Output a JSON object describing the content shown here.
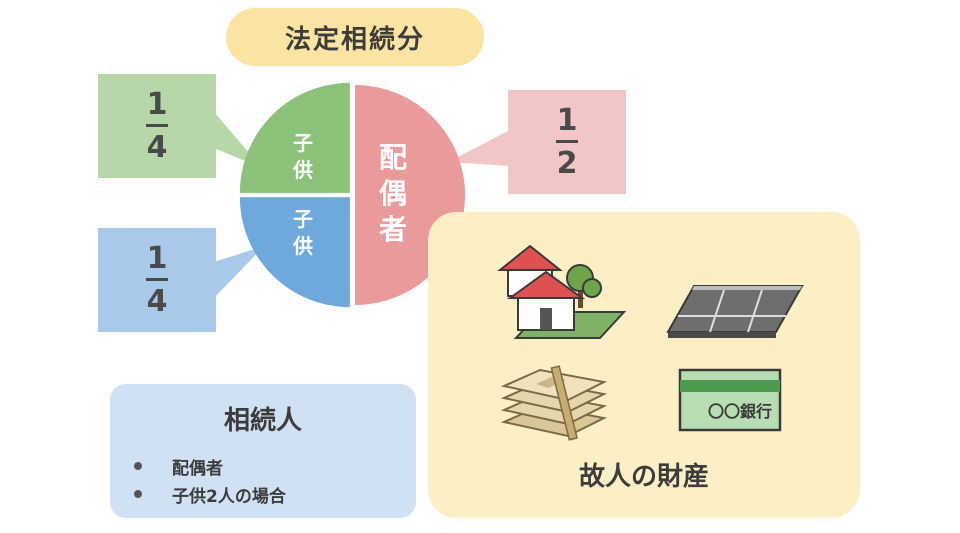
{
  "title": "法定相続分",
  "shares": {
    "child_top": {
      "label": "子供",
      "numerator": "1",
      "denominator": "4",
      "value": 0.25,
      "color": "#8cc17a"
    },
    "child_bottom": {
      "label": "子供",
      "numerator": "1",
      "denominator": "4",
      "value": 0.25,
      "color": "#6fa8dc"
    },
    "spouse": {
      "label": "配偶者",
      "numerator": "1",
      "denominator": "2",
      "value": 0.5,
      "color": "#ea9a9a"
    }
  },
  "box_colors": {
    "green": "#b7d7a8",
    "blue": "#a9c9ea",
    "pink": "#f2c6c6"
  },
  "heirs": {
    "title": "相続人",
    "items": [
      "配偶者",
      "子供2人の場合"
    ]
  },
  "assets": {
    "title": "故人の財産",
    "bank_label": "〇〇銀行",
    "icons": [
      "house-icon",
      "land-icon",
      "cash-bundle-icon",
      "bankbook-icon"
    ]
  }
}
